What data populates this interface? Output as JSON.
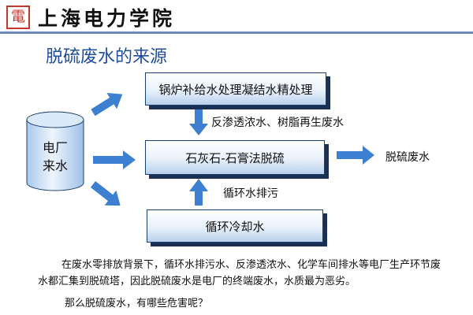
{
  "header": {
    "logo_char": "電",
    "school_name": "上海电力学院"
  },
  "title": "脱硫废水的来源",
  "diagram": {
    "source": {
      "line1": "电厂",
      "line2": "来水"
    },
    "box_top": "锅炉补给水处理凝结水精处理",
    "box_mid": "石灰石-石膏法脱硫",
    "box_bot": "循环冷却水",
    "label_ro": "反渗透浓水、树脂再生废水",
    "label_circ": "循环水排污",
    "label_out": "脱硫废水"
  },
  "body_text": "在废水零排放背景下，循环水排污水、反渗透浓水、化学车间排水等电厂生产环节废水都汇集到脱硫塔，因此脱硫废水是电厂的终端废水，水质最为恶劣。",
  "question": "那么脱硫废水，有哪些危害呢？",
  "colors": {
    "title": "#1f4e9c",
    "arrow": "#3d7fd0",
    "rule": "#6b8cb8",
    "box_border": "#1a3f72",
    "logo": "#c0392b"
  }
}
